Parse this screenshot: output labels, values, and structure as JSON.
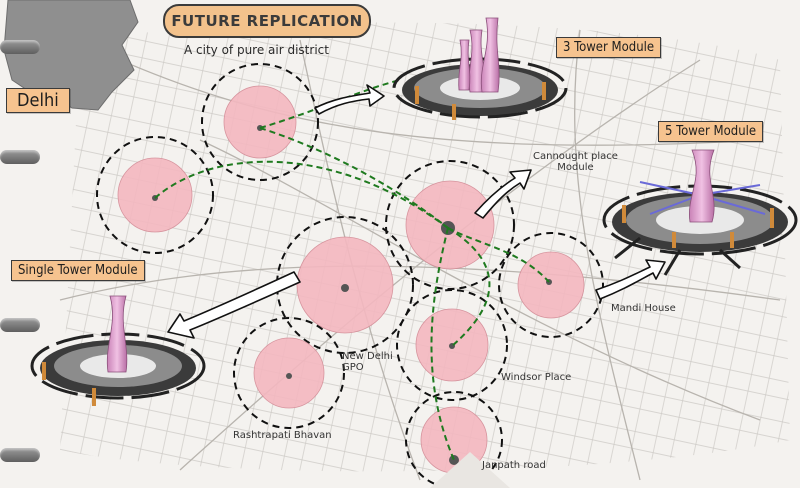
{
  "title": "FUTURE REPLICATION",
  "subtitle": "A city of pure air district",
  "region_label": "Delhi",
  "modules": {
    "three_tower": "3 Tower Module",
    "five_tower": "5 Tower Module",
    "single_tower": "Single Tower Module"
  },
  "places": {
    "connaught": "Cannought place\nModule",
    "mandi": "Mandi House",
    "gpo": "New Delhi\nGPO",
    "windsor": "Windsor Place",
    "rashtrapati": "Rashtrapati Bhavan",
    "janpath": "Janpath road"
  },
  "colors": {
    "zone_fill": "#f4b8c0",
    "tag_fill": "#f6c38f",
    "path_green": "#1f7a1f",
    "tower_pink": "#e4a7d3"
  }
}
